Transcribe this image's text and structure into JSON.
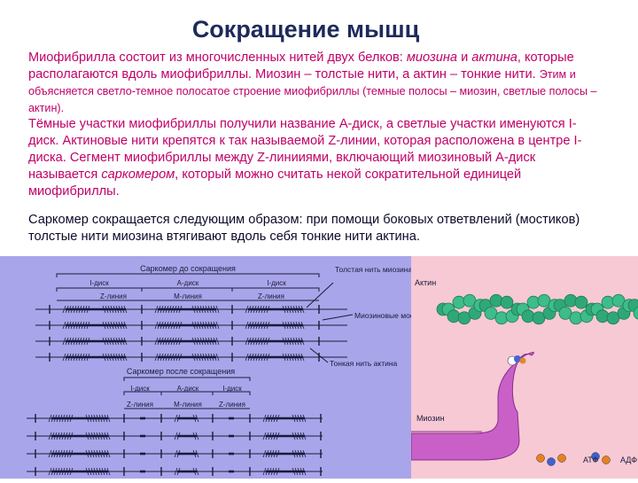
{
  "slide": {
    "title": "Сокращение мышц",
    "p1": {
      "t1": "Миофибрилла состоит из многочисленных нитей двух белков: ",
      "myosin": "миозина",
      "and": " и ",
      "actin": "актина",
      "t2": ", которые располагаются вдоль миофибриллы. Миозин – толстые нити, а актин – тонкие нити. ",
      "small": "Этим и объясняется светло-темное полосатое строение миофибриллы (темные полосы – миозин, светлые полосы – актин)."
    },
    "p2": {
      "t1": "Тёмные участки миофибриллы получили название А-диск, а светлые участки именуются I-диск. Актиновые нити крепятся к так называемой Z-линии, которая расположена в центре I-диска. Сегмент миофибриллы между Z-линииями, включающий миозиновый А-диск называется ",
      "sarcomere": "саркомером",
      "t2": ", который можно считать некой сократительной единицей миофибриллы."
    },
    "p3": "Саркомер сокращается следующим образом: при помощи боковых ответвлений (мостиков) толстые нити миозина втягивают вдоль себя тонкие нити актина."
  },
  "diagram_left": {
    "top_title": "Саркомер до сокращения",
    "bottom_title": "Саркомер после сокращения",
    "i_disk": "I-диск",
    "a_disk": "А-диск",
    "z_line": "Z-линия",
    "m_line": "М-линия",
    "thick": "Толстая нить миозина",
    "bridges": "Миозиновые мостики",
    "thin": "Тонкая нить актина"
  },
  "diagram_right": {
    "actin": "Актин",
    "myosin": "Миозин",
    "atp": "АТФ",
    "adp": "АДФ"
  },
  "colors": {
    "title": "#1e2a5a",
    "text_magenta": "#c00068",
    "text_dark": "#0a0a2a",
    "left_bg": "#a9a5ea",
    "right_bg": "#f6c9d5",
    "actin_green": "#2fa878",
    "myosin_head": "#c860c8"
  }
}
